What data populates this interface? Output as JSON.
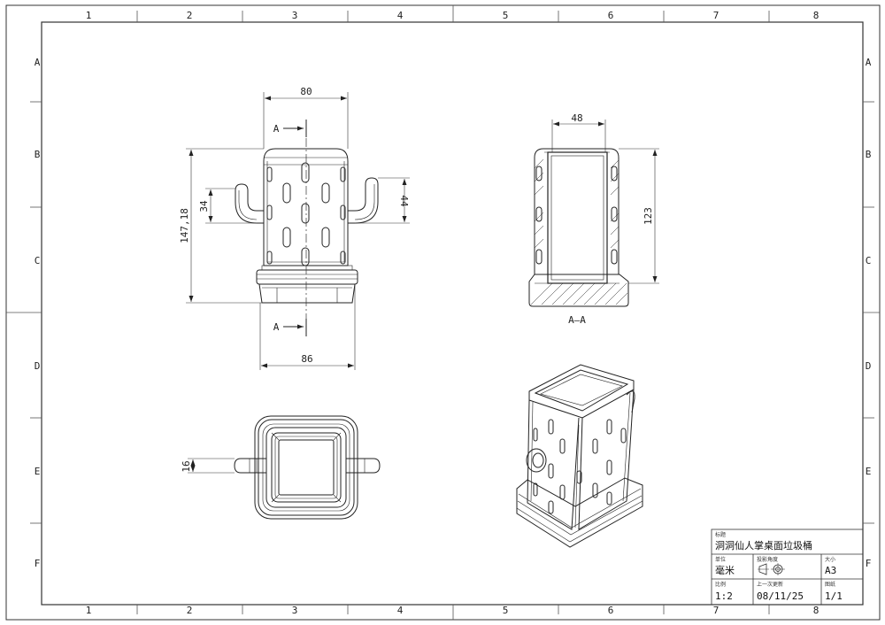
{
  "zones": {
    "columns": [
      "1",
      "2",
      "3",
      "4",
      "5",
      "6",
      "7",
      "8"
    ],
    "rows": [
      "A",
      "B",
      "C",
      "D",
      "E",
      "F"
    ]
  },
  "front_view": {
    "width_top": "80",
    "height_total": "147,18",
    "arm_left": "34",
    "arm_right": "44",
    "width_base": "86",
    "section_top": "A",
    "section_bottom": "A"
  },
  "section_view": {
    "inner_width": "48",
    "height": "123",
    "label": "A–A"
  },
  "top_view": {
    "arm_thickness": "16"
  },
  "title_block": {
    "title_label": "标题",
    "title": "洞洞仙人掌桌面垃圾桶",
    "units_label": "单位",
    "units": "毫米",
    "projection_label": "投影角度",
    "size_label": "大小",
    "size": "A3",
    "scale_label": "比例",
    "scale": "1:2",
    "updated_label": "上一次更新",
    "updated": "08/11/25",
    "sheet_label": "图纸",
    "sheet": "1/1"
  }
}
